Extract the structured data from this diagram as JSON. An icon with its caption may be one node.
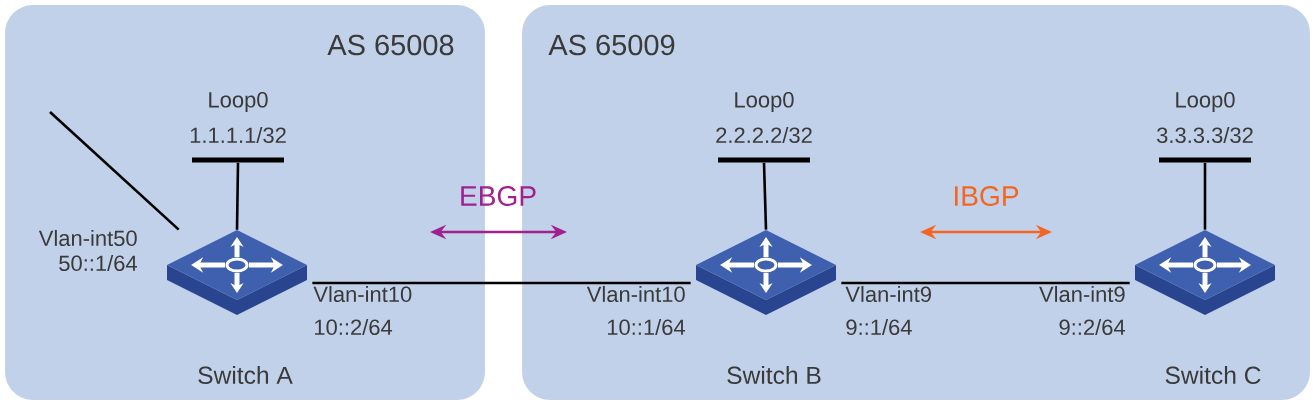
{
  "diagram": {
    "nodes": [
      {
        "text": [
          "AS 65008"
        ]
      },
      {
        "text": [
          "AS 65009"
        ]
      },
      {
        "text": [
          "Loop0",
          "1.1.1.1/32"
        ],
        "in": 0
      },
      {
        "text": [
          "Loop0",
          "2.2.2.2/32"
        ],
        "in": 1
      },
      {
        "text": [
          "Loop0",
          "3.3.3.3/32"
        ],
        "in": 1
      },
      {
        "text": [
          "Switch A"
        ],
        "in": 0
      },
      {
        "text": [
          "Switch B"
        ],
        "in": 1
      },
      {
        "text": [
          "Switch C"
        ],
        "in": 1
      }
    ],
    "edges": [
      {
        "from": null,
        "to": 5,
        "arrow": "none"
      },
      {
        "from": 2,
        "to": 5,
        "arrow": "none"
      },
      {
        "from": 5,
        "to": 6,
        "arrow": "none"
      },
      {
        "from": 3,
        "to": 6,
        "arrow": "none"
      },
      {
        "from": 6,
        "to": 7,
        "arrow": "none"
      },
      {
        "from": 4,
        "to": 7,
        "arrow": "none"
      }
    ],
    "labels": [
      "EBGP",
      "IBGP",
      "Vlan-int50",
      "50::1/64",
      "Vlan-int10",
      "10::2/64",
      "Vlan-int10",
      "10::1/64",
      "Vlan-int9",
      "9::1/64",
      "Vlan-int9",
      "9::2/64"
    ]
  }
}
